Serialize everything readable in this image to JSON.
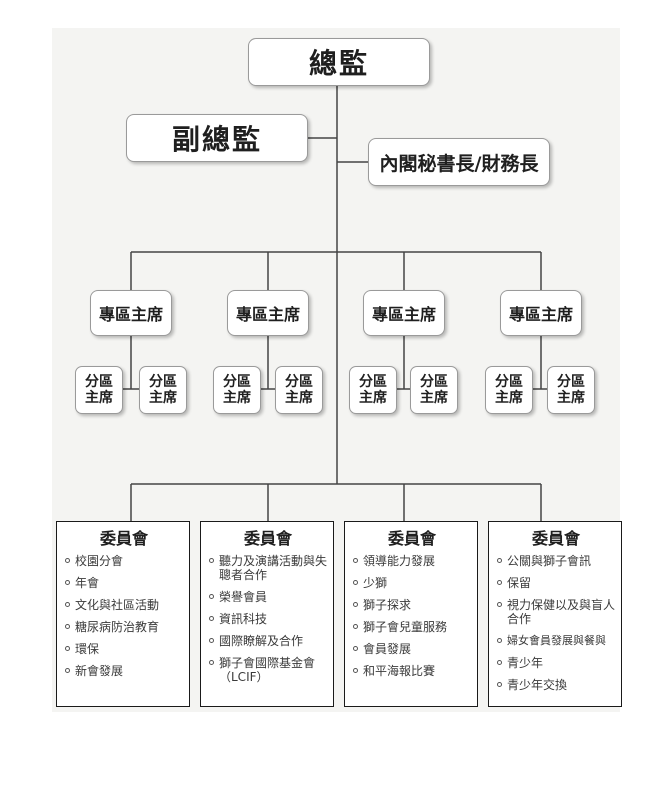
{
  "director": "總監",
  "vice_director": "副總監",
  "cabinet_secretary": "內閣秘書長/財務長",
  "region_chair_label": "專區主席",
  "zone_chair_label_line1": "分區",
  "zone_chair_label_line2": "主席",
  "committees": [
    {
      "title": "委員會",
      "items": [
        "校園分會",
        "年會",
        "文化與社區活動",
        "糖尿病防治教育",
        "環保",
        "新會發展"
      ]
    },
    {
      "title": "委員會",
      "items": [
        "聽力及演講活動與失聰者合作",
        "榮譽會員",
        "資訊科技",
        "國際瞭解及合作",
        "獅子會國際基金會（LCIF）"
      ]
    },
    {
      "title": "委員會",
      "items": [
        "領導能力發展",
        "少獅",
        "獅子探求",
        "獅子會兒童服務",
        "會員發展",
        "和平海報比賽"
      ]
    },
    {
      "title": "委員會",
      "items": [
        "公關與獅子會訊",
        "保留",
        "視力保健以及與盲人合作",
        "婦女會員發展與餐與",
        "青少年",
        "青少年交換"
      ]
    }
  ],
  "colors": {
    "chart_background": "#f4f4f2",
    "line": "#444444",
    "box_border": "#9a9a9a",
    "committee_border": "#1a1a1a"
  }
}
